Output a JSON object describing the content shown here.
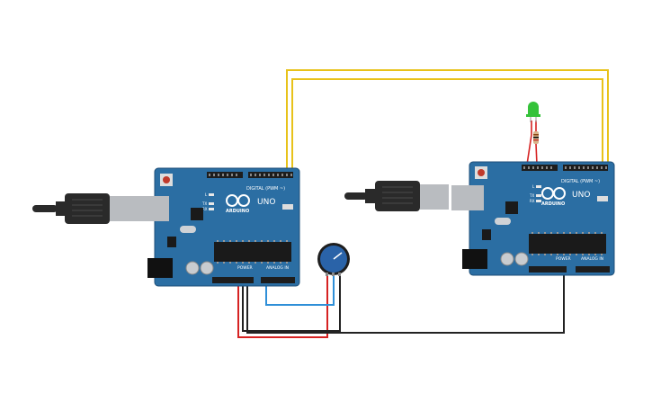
{
  "canvas": {
    "background": "#ffffff"
  },
  "colors": {
    "board": "#2b6ea3",
    "board_edge": "#1f4f78",
    "header": "#1d1d1d",
    "chip": "#1a1a1a",
    "yellow_wire": "#e8c21a",
    "red_wire": "#d62222",
    "black_wire": "#222222",
    "blue_wire": "#2f8fd8",
    "led": "#35c23a",
    "pot": "#2a63a8",
    "usb_plug": "#2a2a2a",
    "usb_metal": "#b9bcc0"
  },
  "boards": [
    {
      "name": "arduino-uno-left",
      "brand": "ARDUINO",
      "model": "UNO",
      "digital_label": "DIGITAL (PWM ~)",
      "power_label": "POWER",
      "analog_label": "ANALOG IN",
      "tx_label": "TX",
      "rx_label": "RX",
      "l_label": "L"
    },
    {
      "name": "arduino-uno-right",
      "brand": "ARDUINO",
      "model": "UNO",
      "digital_label": "DIGITAL (PWM ~)",
      "power_label": "POWER",
      "analog_label": "ANALOG IN",
      "tx_label": "TX",
      "rx_label": "RX",
      "l_label": "L"
    }
  ],
  "components": {
    "led": "led",
    "resistor": "resistor",
    "potentiometer": "potentiometer",
    "usb_cables": 2
  }
}
